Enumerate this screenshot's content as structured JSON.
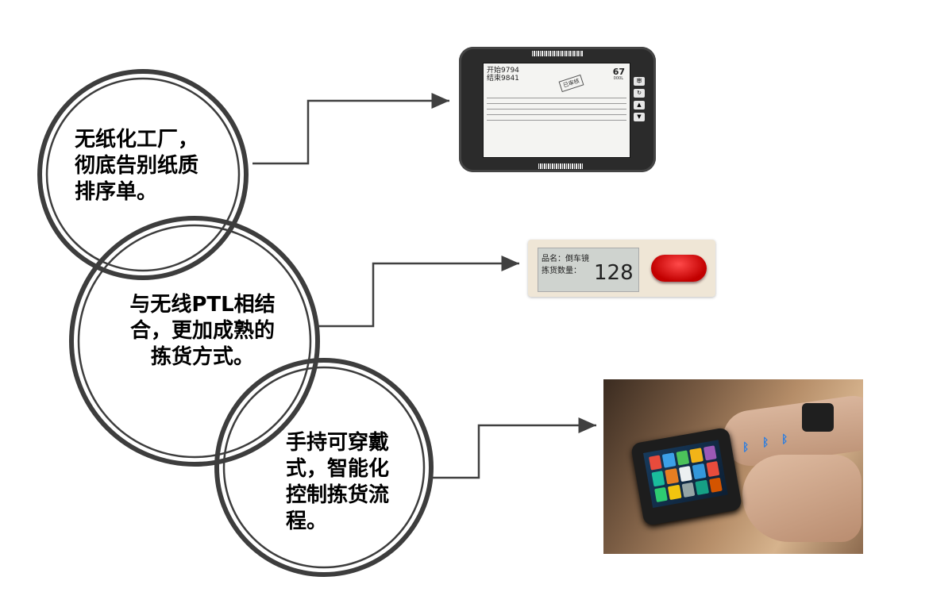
{
  "circles": {
    "c1": {
      "lines": [
        "无纸化工厂，",
        "彻底告别纸质",
        "排序单。"
      ]
    },
    "c2": {
      "lines": [
        "与无线PTL相结",
        "合，更加成熟的",
        "拣货方式。"
      ]
    },
    "c3": {
      "lines": [
        "手持可穿戴",
        "式，智能化",
        "控制拣货流",
        "程。"
      ]
    }
  },
  "tablet": {
    "line1": "开始9794",
    "line2": "结束9841",
    "number": "67",
    "unit": "000L",
    "stamp": "已审核",
    "buttons": [
      "审",
      "↻",
      "▲",
      "▼"
    ]
  },
  "ptl": {
    "label1": "品名：倒车镜",
    "label2": "拣货数量：",
    "value": "128"
  },
  "colors": {
    "ring": "#3d3d3d",
    "connector": "#404040",
    "text": "#000000",
    "ptl_button": "#d40000"
  }
}
